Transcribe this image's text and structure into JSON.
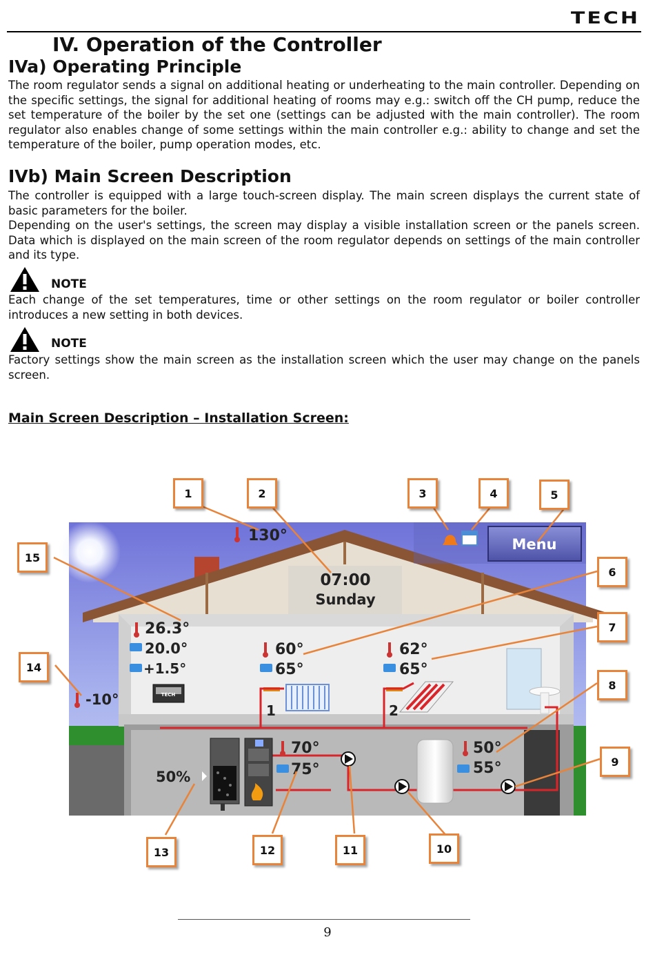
{
  "header": {
    "logo_text": "TECH"
  },
  "section_title": "IV.  Operation of the Controller",
  "section_a": {
    "title": "IVa) Operating Principle",
    "paragraph": "The room regulator sends a signal on additional heating or underheating to the main controller. Depending on the specific settings, the signal for additional heating of rooms may e.g.: switch off the CH pump, reduce the set temperature of the boiler by the set one (settings can be adjusted with the main controller). The room regulator also enables change of some settings within the main controller e.g.: ability to change and set the temperature of the boiler, pump operation modes, etc."
  },
  "section_b": {
    "title": "IVb) Main Screen Description",
    "paragraph1": "The controller is equipped with a large touch-screen display. The main screen displays the current state of basic parameters for the boiler.",
    "paragraph2": "Depending on the user's settings, the screen may display a visible installation screen or the panels screen. Data which is displayed on the main screen of the room regulator depends on settings of the main controller and its type."
  },
  "notes": [
    {
      "label": "NOTE",
      "text": "Each change of the set temperatures, time or other settings on the room regulator or boiler controller introduces a new setting in both devices."
    },
    {
      "label": "NOTE",
      "text": "Factory settings show the main screen as the installation screen which the user may change on the panels screen."
    }
  ],
  "figure_heading": " Main Screen Description – Installation Screen:",
  "screen": {
    "boiler_temp": "130°",
    "time": "07:00",
    "day": "Sunday",
    "menu_label": "Menu",
    "room_temp": "26.3°",
    "room_set_temp": "20.0°",
    "room_offset": "+1.5°",
    "outdoor_temp": "-10°",
    "circuit1": {
      "temp": "60°",
      "set": "65°",
      "number": "1"
    },
    "circuit2": {
      "temp": "62°",
      "set": "65°",
      "number": "2"
    },
    "boiler": {
      "temp": "70°",
      "set": "75°"
    },
    "dhw": {
      "temp": "50°",
      "set": "55°"
    },
    "fuel_level": "50%",
    "controller_logo": "TECH"
  },
  "callouts": [
    "1",
    "2",
    "3",
    "4",
    "5",
    "6",
    "7",
    "8",
    "9",
    "10",
    "11",
    "12",
    "13",
    "14",
    "15"
  ],
  "page_number": "9",
  "colors": {
    "callout_border": "#e8833a",
    "pipe": "#d9242a",
    "roof": "#8a5535"
  }
}
